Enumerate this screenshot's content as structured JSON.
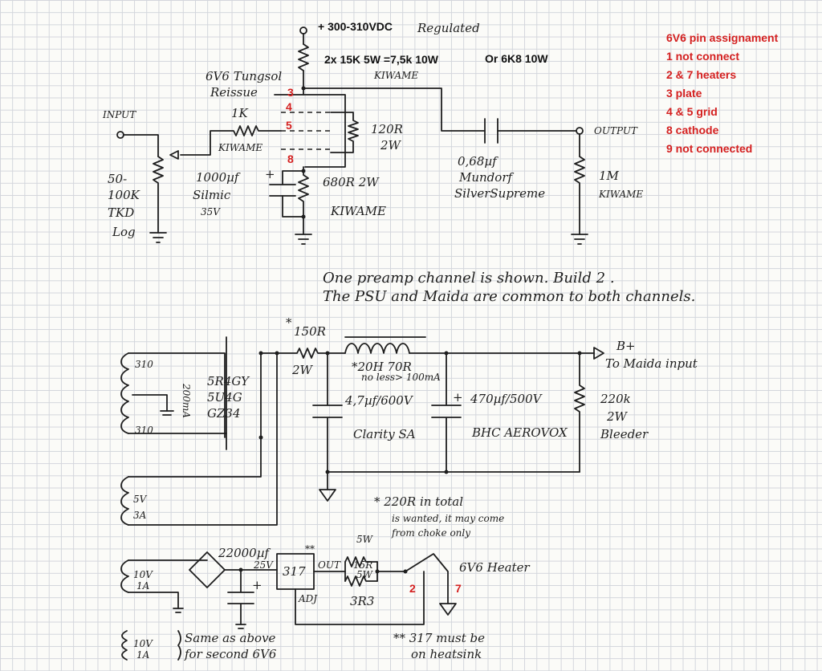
{
  "pin_panel": {
    "title": "6V6 pin assignament",
    "items": [
      "1 not connect",
      "2 & 7 heaters",
      "3 plate",
      "4 & 5 grid",
      "8 cathode",
      "9 not connected"
    ],
    "color": "#d42020"
  },
  "amp": {
    "supply": "+ 300-310VDC",
    "regulated": "Regulated",
    "plate_res": "2x 15K  5W =7,5k  10W",
    "plate_alt": "Or 6K8 10W",
    "plate_brand": "KIWAME",
    "tube1": "6V6 Tungsol",
    "tube2": "Reissue",
    "pin3": "3",
    "pin4": "4",
    "pin5": "5",
    "pin8": "8",
    "input": "INPUT",
    "grid_res": "1K",
    "grid_brand": "KIWAME",
    "r120": "120R",
    "r120w": "2W",
    "cap_val": "0,68µf",
    "cap_b1": "Mundorf",
    "cap_b2": "SilverSupreme",
    "output": "OUTPUT",
    "r1m": "1M",
    "r1m_brand": "KIWAME",
    "pot1": "50-",
    "pot2": "100K",
    "pot3": "TKD",
    "pot4": "Log",
    "ccap1": "1000µf",
    "ccap2": "Silmic",
    "ccap3": "35V",
    "ccap_plus": "+",
    "rk": "680R 2W",
    "rk_brand": "KIWAME"
  },
  "note": {
    "line1": "One preamp channel is shown. Build 2 .",
    "line2": "The PSU and Maida are common to both channels."
  },
  "psu": {
    "star": "*",
    "r150": "150R",
    "r150w": "2W",
    "choke": "*20H 70R",
    "choke2": "no less> 100mA",
    "bplus": "B+",
    "bplus2": "To Maida input",
    "v310a": "310",
    "v310b": "310",
    "ma": "200mA",
    "rect1": "5R4GY",
    "rect2": "5U4G",
    "rect3": "GZ34",
    "c47": "4,7µf/600V",
    "c47b": "Clarity SA",
    "c470": "470µf/500V",
    "c470plus": "+",
    "c470b": "BHC AEROVOX",
    "rb1": "220k",
    "rb2": "2W",
    "rb3": "Bleeder",
    "w5v": "5V",
    "w3a": "3A",
    "n220a": "* 220R in total",
    "n220b": "is wanted, it may come",
    "n220c": "from choke only"
  },
  "heater": {
    "w10v": "10V",
    "w1a": "1A",
    "c22k": "22000µf",
    "c25v": "25V",
    "c22plus": "+",
    "reg": "317",
    "stars": "**",
    "out": "OUT",
    "adj": "ADJ",
    "r5w": "5W",
    "r15": "15R",
    "r5w2": "5W",
    "r3r3": "3R3",
    "h6v6": "6V6 Heater",
    "pin2": "2",
    "pin7": "7",
    "w10v2": "10V",
    "w1a2": "1A",
    "same1": "Same as above",
    "same2": "for second 6V6",
    "heat1": "** 317 must be",
    "heat2": "on heatsink"
  }
}
